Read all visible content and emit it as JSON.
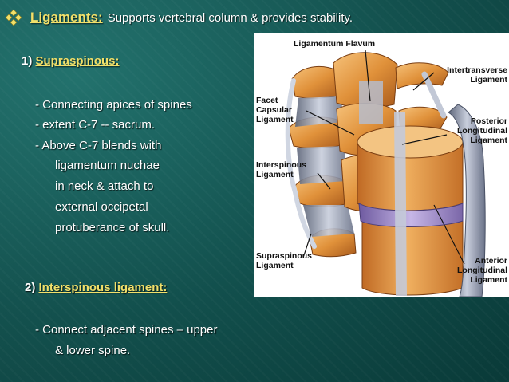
{
  "title": {
    "heading": "Ligaments:",
    "description": "Supports vertebral column & provides stability."
  },
  "section1": {
    "number": "1)",
    "name": "Supraspinous:",
    "lines": [
      "- Connecting apices of spines",
      "- extent C-7 -- sacrum.",
      "- Above C-7 blends with",
      "ligamentum nuchae",
      "in  neck   & attach to",
      "external occipetal",
      "protuberance of skull."
    ]
  },
  "section2": {
    "number": "2)",
    "name": "Interspinous ligament:",
    "lines": [
      "- Connect adjacent spines – upper",
      "& lower spine."
    ]
  },
  "figure": {
    "labels": {
      "ligamentum_flavum": "Ligamentum Flavum",
      "intertransverse": [
        "Intertransverse",
        "Ligament"
      ],
      "facet_capsular": [
        "Facet",
        "Capsular",
        "Ligament"
      ],
      "posterior_longitudinal": [
        "Posterior",
        "Longitudinal",
        "Ligament"
      ],
      "interspinous": [
        "Interspinous",
        "Ligament"
      ],
      "supraspinous": [
        "Supraspinous",
        "Ligament"
      ],
      "anterior_longitudinal": [
        "Anterior",
        "Longitudinal",
        "Ligament"
      ]
    }
  },
  "colors": {
    "background": "#0f4f4c",
    "heading_yellow": "#f2e06a",
    "text": "#ffffff",
    "bone": "#e0913a",
    "ligament": "#9aa3b8"
  },
  "icons": {
    "bullet": "four-diamond-bullet-icon"
  }
}
